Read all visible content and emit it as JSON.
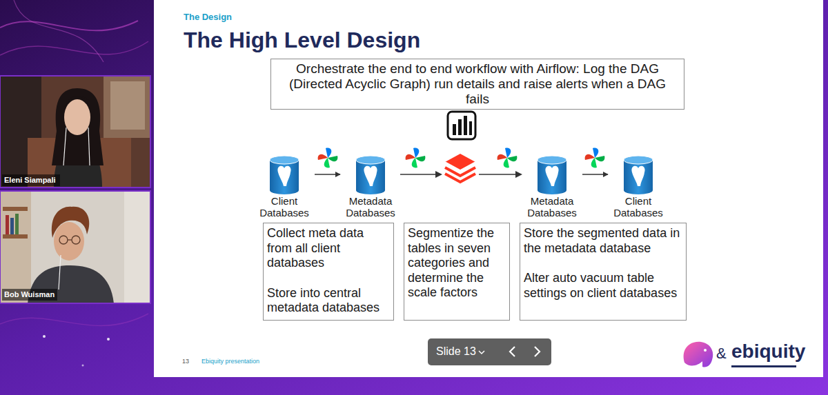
{
  "diagram": {
    "title": "The High Level Design",
    "nodes": [
      {
        "text": [
          "Orchestrate the end to end workflow with Airflow: Log the DAG (Directed Acyclic Graph) run details and raise alerts when a DAG fails"
        ]
      },
      {
        "text": [
          "Client Databases"
        ]
      },
      {
        "text": [
          "Metadata Databases"
        ]
      },
      {
        "text": [
          "Metadata Databases"
        ]
      },
      {
        "text": [
          "Client Databases"
        ]
      },
      {
        "text": [
          "Collect meta data from all client databases",
          "Store into central metadata databases"
        ]
      },
      {
        "text": [
          "Segmentize the tables in seven categories and determine the scale factors"
        ]
      },
      {
        "text": [
          "Store the segmented data in the metadata database",
          "Alter auto vacuum table settings on client databases"
        ]
      }
    ],
    "edges": [
      {
        "from": 1,
        "to": 2,
        "arrow": "to"
      },
      {
        "from": 3,
        "to": 4,
        "arrow": "to"
      }
    ],
    "labels": [
      "The Design",
      "Eleni Siampali",
      "Bob Wuisman",
      "13",
      "Ebiquity presentation",
      "Slide 13",
      "&",
      "ebiquity"
    ]
  }
}
